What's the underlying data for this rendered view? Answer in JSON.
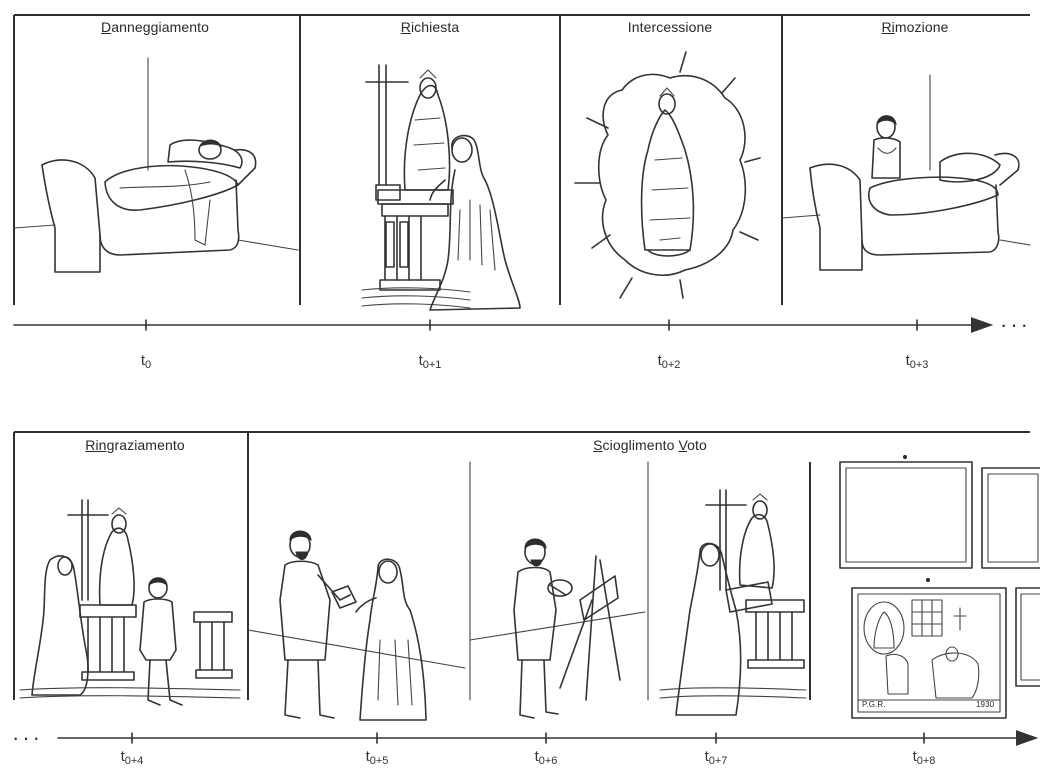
{
  "top_row": {
    "panels": [
      {
        "title_initial": "D",
        "title_rest": "anneggiamento"
      },
      {
        "title_initial": "R",
        "title_rest": "ichiesta"
      },
      {
        "title_initial": "",
        "title_rest": "Intercessione"
      },
      {
        "title_initial": "Ri",
        "title_rest": "mozione"
      }
    ],
    "ticks": [
      {
        "base": "t",
        "sub": "0"
      },
      {
        "base": "t",
        "sub": "0+1"
      },
      {
        "base": "t",
        "sub": "0+2"
      },
      {
        "base": "t",
        "sub": "0+3"
      }
    ],
    "continuation": "···"
  },
  "bottom_row": {
    "panels": [
      {
        "title_initial": "Rin",
        "title_rest": "graziamento"
      },
      {
        "title_initial_1": "S",
        "title_mid": "cioglimento ",
        "title_initial_2": "V",
        "title_rest": "oto"
      }
    ],
    "ticks": [
      {
        "base": "t",
        "sub": "0+4"
      },
      {
        "base": "t",
        "sub": "0+5"
      },
      {
        "base": "t",
        "sub": "0+6"
      },
      {
        "base": "t",
        "sub": "0+7"
      },
      {
        "base": "t",
        "sub": "0+8"
      }
    ],
    "leading": "···"
  },
  "ex_voto_caption": "P.G.R.",
  "ex_voto_year": "1930"
}
